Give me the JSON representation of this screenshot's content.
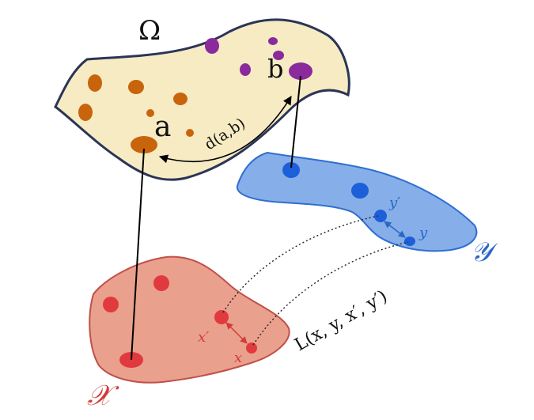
{
  "labels": {
    "omega": "Ω",
    "point_a": "a",
    "point_b": "b",
    "distance": "d(a,b)",
    "space_x": "𝒳",
    "space_y": "𝒴",
    "x": "x",
    "x_prime": "x′",
    "y": "y",
    "y_prime": "y′",
    "loss": "L(x, y, x′, y′)"
  },
  "colors": {
    "omega_fill": "#f7ebc4",
    "omega_stroke": "#2b3556",
    "orange_point": "#c8640c",
    "purple_point": "#8a2a9c",
    "x_fill": "#e9a08c",
    "x_stroke": "#c0504a",
    "x_point": "#e03a3e",
    "x_label": "#d23b3b",
    "y_fill": "#86aee8",
    "y_stroke": "#2f6fd0",
    "y_point": "#1d5fd8",
    "y_label": "#2a66c8",
    "line": "#000000"
  }
}
